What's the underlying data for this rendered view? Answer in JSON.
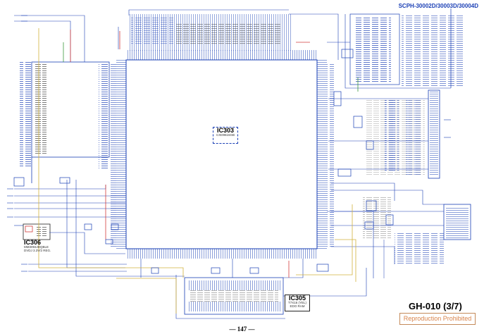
{
  "header": {
    "model_title": "SCPH-30002D/30003D/30004D"
  },
  "components": {
    "ic303": {
      "name": "IC303",
      "part": "CXD9615GB"
    },
    "ic305": {
      "name": "IC305",
      "line1": "T7X16 (YEL)",
      "line2": "EDO RAM"
    },
    "ic306": {
      "name": "IC306",
      "line1": "MM3093JDQBLE",
      "line2": "DVDJ 3.3V/2 REG."
    }
  },
  "footer": {
    "board_title": "GH-010 (3/7)",
    "notice": "Reproduction Prohibited",
    "page_number": "— 147 —"
  },
  "colors": {
    "wire": "#1a3fb5",
    "trace_red": "#d23c3c",
    "trace_yellow": "#d2b23c",
    "trace_green": "#3c9a3c",
    "notice_text": "#d8834a",
    "notice_border": "#c48a5a"
  }
}
